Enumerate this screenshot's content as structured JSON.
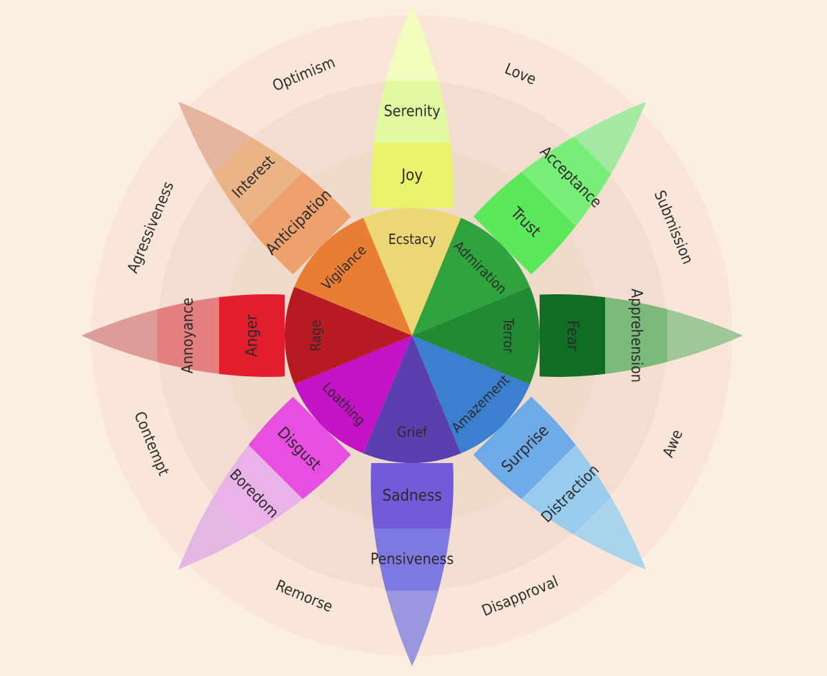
{
  "petals": [
    {
      "name": "joy",
      "colors": {
        "outer": "#f3fbbd",
        "mid": "#e1f9a1",
        "inner": "#e8f26a",
        "core": "#ebd774"
      },
      "labels": {
        "mid": "Serenity",
        "inner": "Joy",
        "core": "Ecstacy"
      }
    },
    {
      "name": "trust",
      "colors": {
        "outer": "#a3e9a3",
        "mid": "#78ee78",
        "inner": "#5be85b",
        "core": "#2fa33d"
      },
      "labels": {
        "mid": "Acceptance",
        "inner": "Trust",
        "core": "Admiration"
      }
    },
    {
      "name": "fear",
      "colors": {
        "outer": "#9fc79a",
        "mid": "#7cba7c",
        "inner": "#106d24",
        "core": "#238a34"
      },
      "labels": {
        "mid": "Apprehension",
        "inner": "Fear",
        "core": "Terror"
      }
    },
    {
      "name": "surprise",
      "colors": {
        "outer": "#a9d4ec",
        "mid": "#99cbec",
        "inner": "#6ea9e8",
        "core": "#3b7fcf"
      },
      "labels": {
        "mid": "Distraction",
        "inner": "Surprise",
        "core": "Amazement"
      }
    },
    {
      "name": "sadness",
      "colors": {
        "outer": "#9b97de",
        "mid": "#7d79e1",
        "inner": "#7459d8",
        "core": "#5b3faf"
      },
      "labels": {
        "mid": "Pensiveness",
        "inner": "Sadness",
        "core": "Grief"
      }
    },
    {
      "name": "disgust",
      "colors": {
        "outer": "#e3b8e4",
        "mid": "#e9b2e8",
        "inner": "#e84ee0",
        "core": "#c412c6"
      },
      "labels": {
        "mid": "Boredom",
        "inner": "Disgust",
        "core": "Loathing"
      }
    },
    {
      "name": "anger",
      "colors": {
        "outer": "#de9c98",
        "mid": "#e48080",
        "inner": "#e21e2e",
        "core": "#b81a24"
      },
      "labels": {
        "mid": "Annoyance",
        "inner": "Anger",
        "core": "Rage"
      }
    },
    {
      "name": "anticipation",
      "colors": {
        "outer": "#e4b49c",
        "mid": "#ebb487",
        "inner": "#eda16d",
        "core": "#e87e34"
      },
      "labels": {
        "mid": "Interest",
        "inner": "Anticipation",
        "core": "Vigilance"
      }
    }
  ],
  "dyads": [
    "Love",
    "Submission",
    "Awe",
    "Disapproval",
    "Remorse",
    "Contempt",
    "Agressiveness",
    "Optimism"
  ],
  "colors": {
    "background": "#fdeee2",
    "ring_outer": "#f9e6d8",
    "ring_mid": "#f4ddd0",
    "ring_inner": "#eedacb"
  }
}
